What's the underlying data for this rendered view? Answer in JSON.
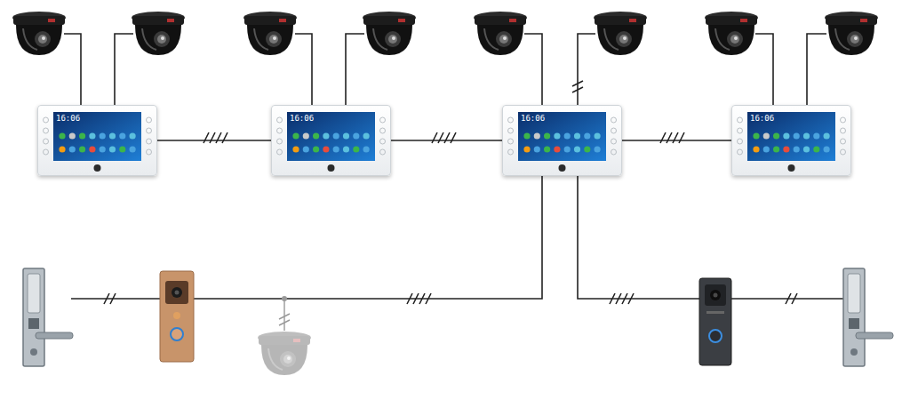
{
  "diagram": {
    "nodes": [
      {
        "text": [
          "16:06"
        ]
      },
      {
        "text": [
          "16:06"
        ]
      },
      {
        "text": [
          "16:06"
        ]
      },
      {
        "text": [
          "16:06"
        ]
      }
    ],
    "edges": [
      {
        "from": 0,
        "to": 1,
        "arrow": "none"
      },
      {
        "from": 1,
        "to": 2,
        "arrow": "none"
      },
      {
        "from": 2,
        "to": 3,
        "arrow": "none"
      }
    ]
  }
}
